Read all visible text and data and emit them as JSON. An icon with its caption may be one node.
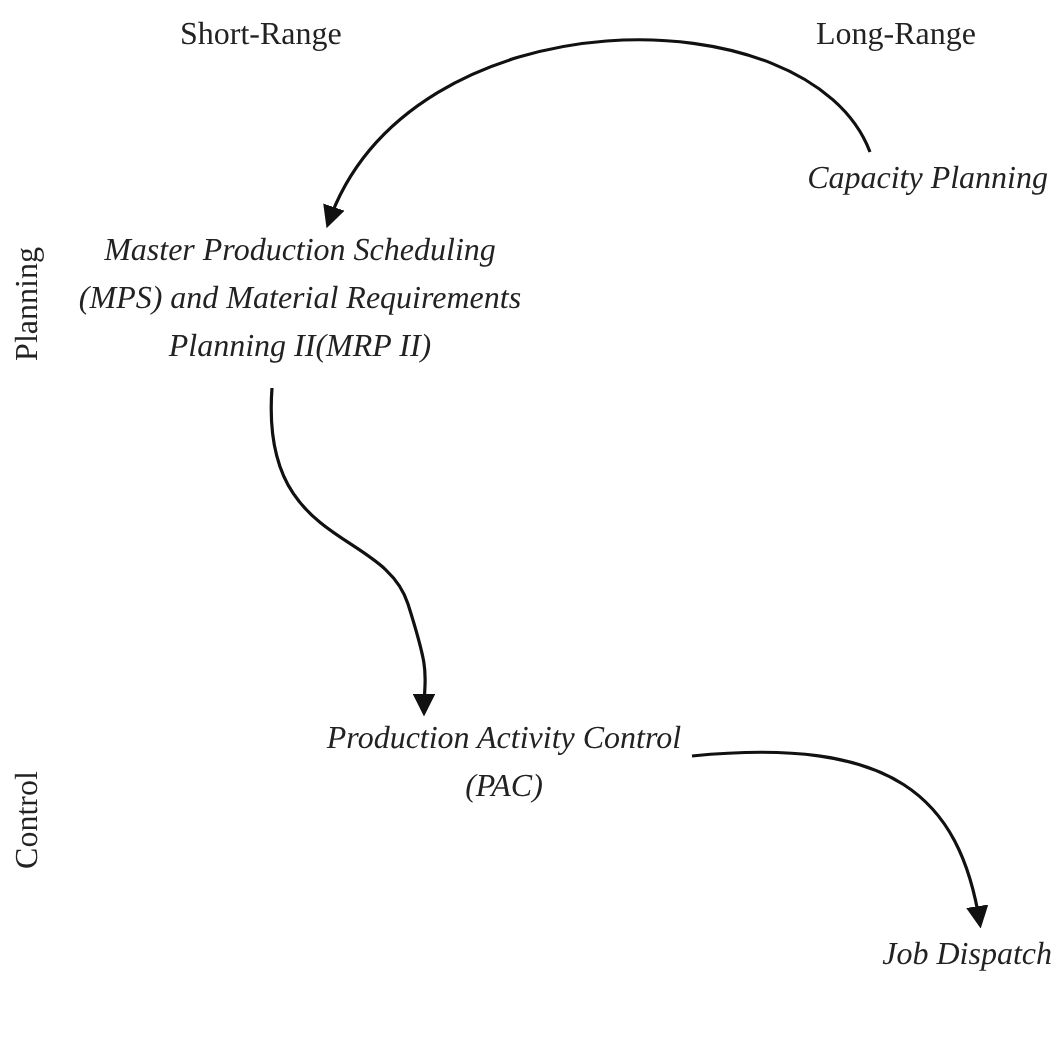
{
  "diagram": {
    "nodes": [
      {
        "text": [
          "Capacity Planning"
        ]
      },
      {
        "text": [
          "Master Production Scheduling (MPS) and Material Requirements Planning II(MRP II)"
        ]
      },
      {
        "text": [
          "Production Activity Control (PAC)"
        ]
      },
      {
        "text": [
          "Job Dispatch"
        ]
      }
    ],
    "edges": [
      {
        "from": 0,
        "to": 1,
        "arrow": "to"
      },
      {
        "from": 1,
        "to": 2,
        "arrow": "to"
      },
      {
        "from": 2,
        "to": 3,
        "arrow": "to"
      }
    ],
    "labels": [
      "Short-Range",
      "Long-Range",
      "Planning",
      "Control"
    ]
  }
}
